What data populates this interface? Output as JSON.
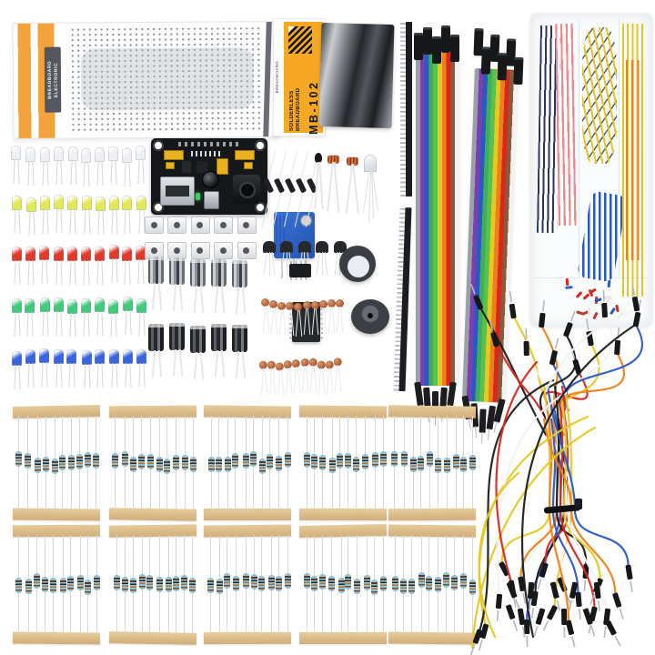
{
  "texts": {
    "breadboard_label_line1": "BREADBOARD",
    "breadboard_label_line2": "ELECTRONIC",
    "box_side": "BREADBOARD",
    "box_title_line1": "SOLDERLESS",
    "box_title_line2": "BREADBOARD",
    "box_model": "MB-102"
  },
  "palette": {
    "background": "#ffffff",
    "package_orange": "#f2a33c",
    "box_orange": "#f7a823",
    "label_plate": "#54585e",
    "tape": "#d9b988",
    "resistor_body": "#8fc3da",
    "pcb_black": "#15171b",
    "pot_blue": "#2f63c4",
    "ceramic_brown": "#b5643c"
  },
  "components": {
    "leds": {
      "per_row": 10,
      "rows": [
        {
          "color_name": "white",
          "hex": "#edeff3"
        },
        {
          "color_name": "yellow",
          "hex": "#e3e85a"
        },
        {
          "color_name": "red",
          "hex": "#e13a2c"
        },
        {
          "color_name": "green",
          "hex": "#43c97b"
        },
        {
          "color_name": "blue",
          "hex": "#3a64dd"
        }
      ]
    },
    "push_buttons": {
      "count": 10,
      "rows": 2,
      "cols": 5
    },
    "trim_pot": {
      "count": 1,
      "hex": "#2f63c4"
    },
    "diodes": {
      "count": 5
    },
    "thermistor": {
      "count": 1
    },
    "photoresistors": {
      "count": 2
    },
    "rgb_led": {
      "count": 1
    },
    "transistors": {
      "count": 5
    },
    "electrolytic_capacitors": {
      "count": 10,
      "rows": 2
    },
    "ceramic_capacitors": {
      "count": 20,
      "rows": 2,
      "hex": "#b5643c"
    },
    "ics": {
      "count": 2
    },
    "buzzers": {
      "count": 2
    },
    "pin_headers": {
      "count": 2,
      "pins_each": 40
    },
    "ribbon_cables": {
      "count": 2,
      "stripe_colors": [
        "#9aa0a6",
        "#7c3fb0",
        "#2b59c3",
        "#3fae5c",
        "#58c24d",
        "#e6c825",
        "#ef7f1a",
        "#d8281e",
        "#8a5a3a",
        "#f2f2f2"
      ]
    },
    "jumper_wires": {
      "colors": [
        "#1c1c1c",
        "#d8281e",
        "#e6c825",
        "#f2f2f2",
        "#ef7f1a",
        "#2b59c3"
      ]
    },
    "resistor_bundles": {
      "rows": 2,
      "cols": 5,
      "per_bundle": 10,
      "body_hex": "#8fc3da",
      "tape_hex": "#d9b988",
      "band_colors": [
        "#5d3a24",
        "#23262a",
        "#b5762f",
        "#7a4a2a"
      ]
    },
    "storage_box": {
      "groups": [
        {
          "name": "navy",
          "hex": "#2c3560"
        },
        {
          "name": "pink",
          "hex": "#ef8a8a"
        },
        {
          "name": "yellow",
          "hex": "#e2c628"
        },
        {
          "name": "blue",
          "hex": "#2b59c3"
        },
        {
          "name": "orange",
          "hex": "#ef7f1a"
        }
      ],
      "bits_colors": [
        "#d8281e",
        "#c0392b",
        "#2b59c3",
        "#e8e8e8"
      ]
    }
  }
}
